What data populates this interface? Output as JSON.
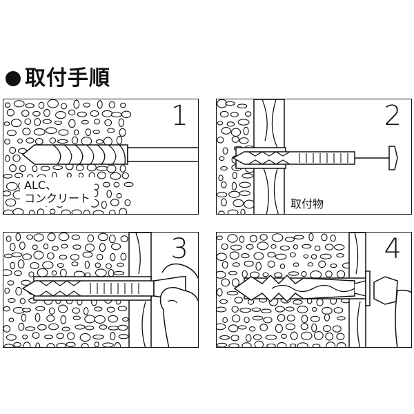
{
  "title": "取付手順",
  "steps": [
    {
      "number": "1",
      "label_line1": "ALC、",
      "label_line2": "コンクリート"
    },
    {
      "number": "2",
      "label": "取付物"
    },
    {
      "number": "3"
    },
    {
      "number": "4"
    }
  ],
  "icons": [
    "drill-bit-icon",
    "anchor-plug-icon",
    "nail-anchor-icon",
    "finger-icon",
    "hammer-icon",
    "wood-board-icon"
  ],
  "colors": {
    "line": "#111111",
    "background": "#ffffff"
  }
}
